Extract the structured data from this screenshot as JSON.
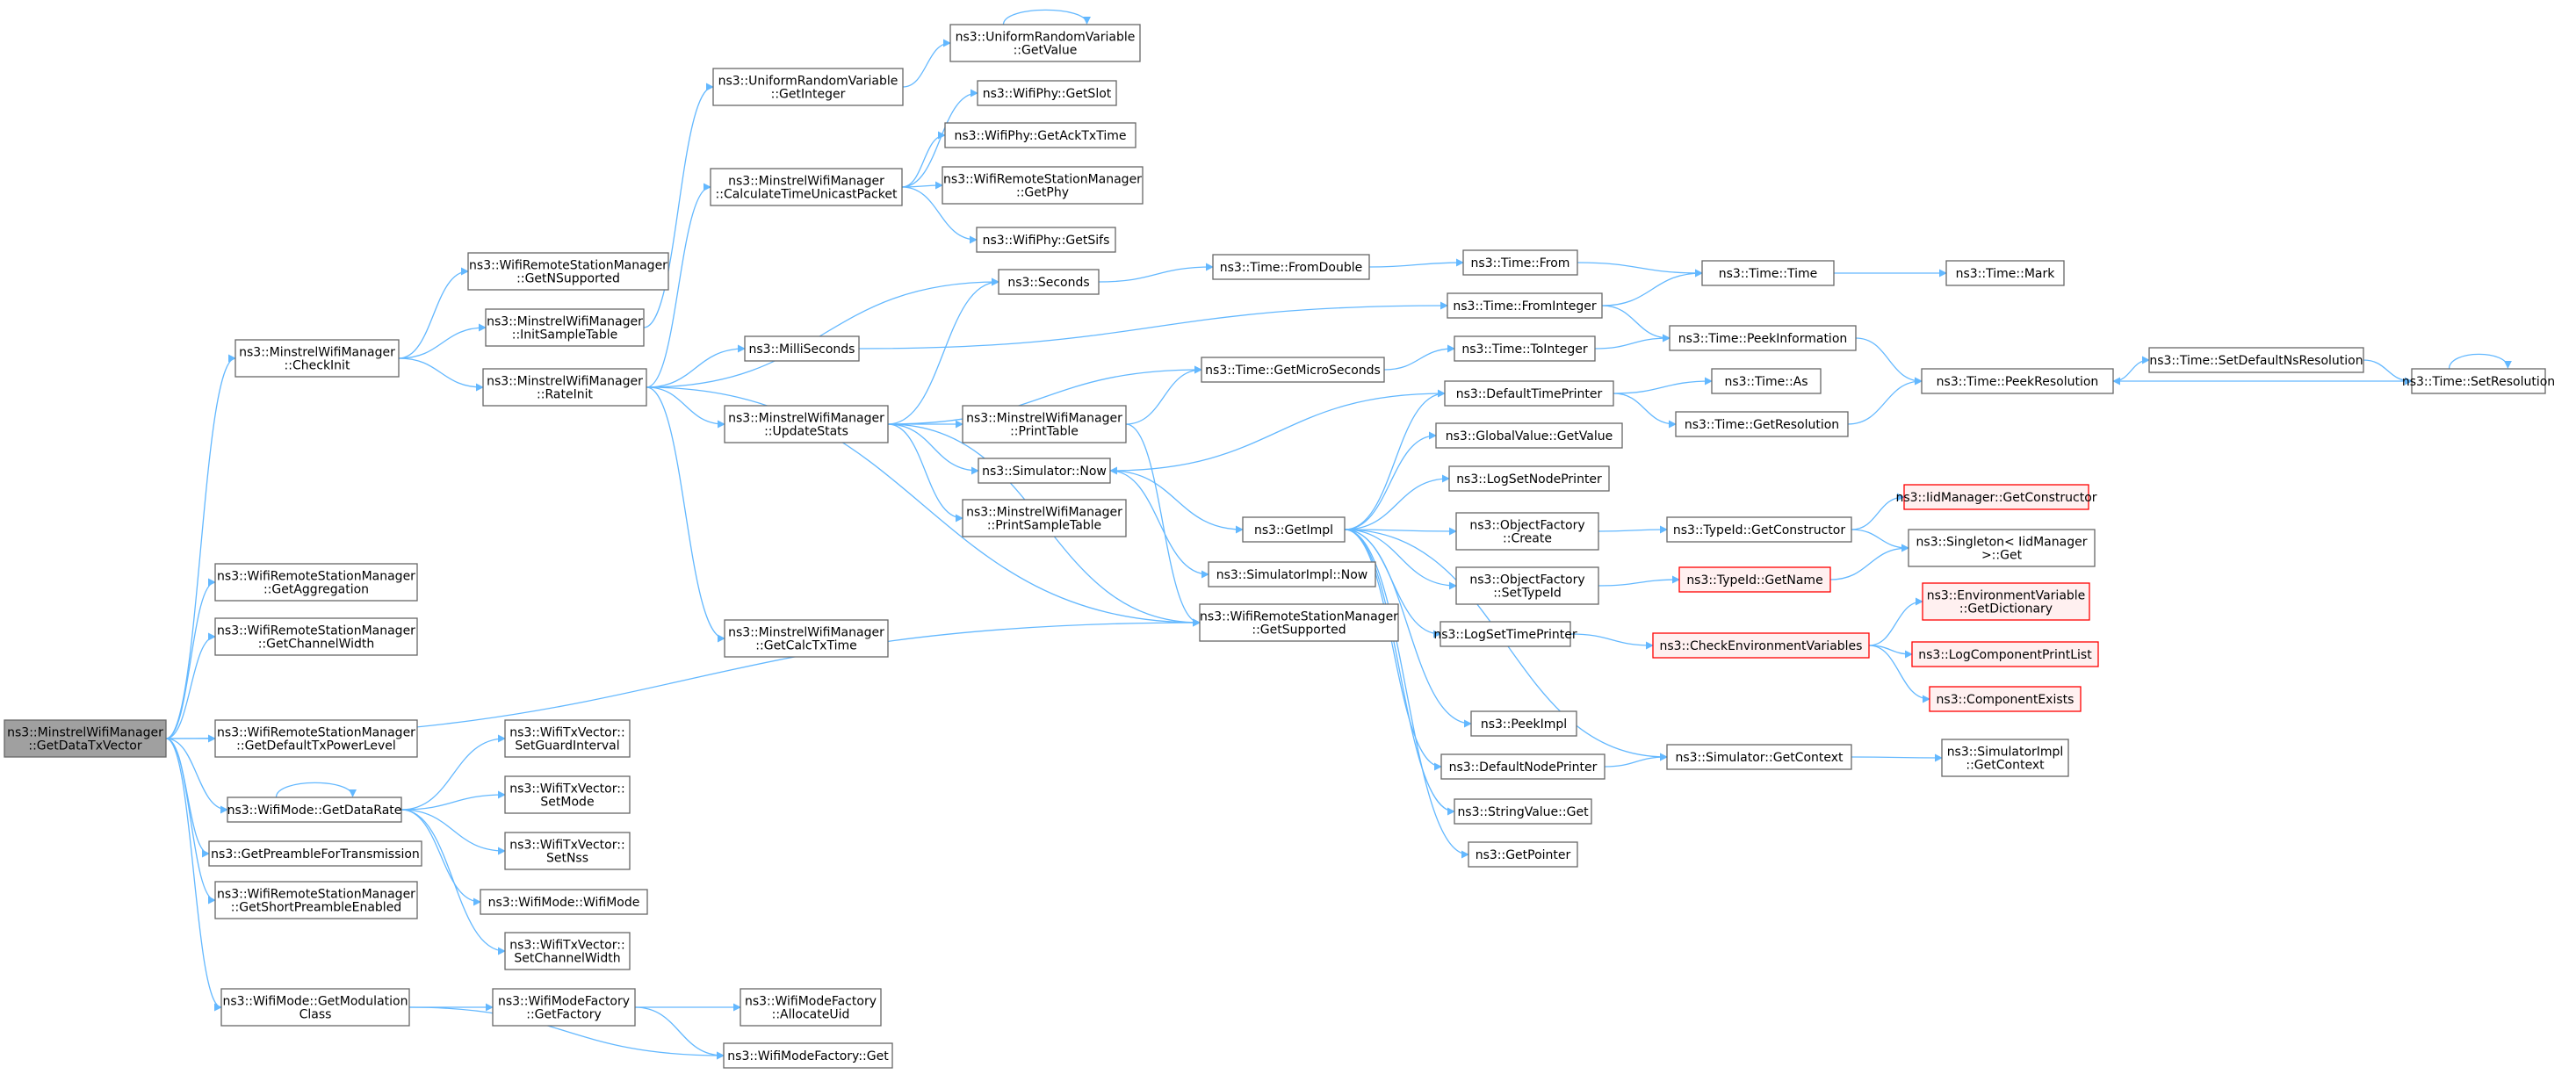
{
  "nodes": {
    "root": [
      "ns3::MinstrelWifiManager",
      "::GetDataTxVector"
    ],
    "checkinit": [
      "ns3::MinstrelWifiManager",
      "::CheckInit"
    ],
    "getnsupp": [
      "ns3::WifiRemoteStationManager",
      "::GetNSupported"
    ],
    "initsample": [
      "ns3::MinstrelWifiManager",
      "::InitSampleTable"
    ],
    "rateinit": [
      "ns3::MinstrelWifiManager",
      "::RateInit"
    ],
    "urvgetint": [
      "ns3::UniformRandomVariable",
      "::GetInteger"
    ],
    "urvgetval": [
      "ns3::UniformRandomVariable",
      "::GetValue"
    ],
    "calctime": [
      "ns3::MinstrelWifiManager",
      "::CalculateTimeUnicastPacket"
    ],
    "getslot": [
      "ns3::WifiPhy::GetSlot"
    ],
    "getacktx": [
      "ns3::WifiPhy::GetAckTxTime"
    ],
    "getphy": [
      "ns3::WifiRemoteStationManager",
      "::GetPhy"
    ],
    "getsifs": [
      "ns3::WifiPhy::GetSifs"
    ],
    "seconds": [
      "ns3::Seconds"
    ],
    "millis": [
      "ns3::MilliSeconds"
    ],
    "updstats": [
      "ns3::MinstrelWifiManager",
      "::UpdateStats"
    ],
    "getcalctx": [
      "ns3::MinstrelWifiManager",
      "::GetCalcTxTime"
    ],
    "printtable": [
      "ns3::MinstrelWifiManager",
      "::PrintTable"
    ],
    "simnow": [
      "ns3::Simulator::Now"
    ],
    "printsample": [
      "ns3::MinstrelWifiManager",
      "::PrintSampleTable"
    ],
    "simimplnow": [
      "ns3::SimulatorImpl::Now"
    ],
    "getsupported": [
      "ns3::WifiRemoteStationManager",
      "::GetSupported"
    ],
    "getmicro": [
      "ns3::Time::GetMicroSeconds"
    ],
    "fromdouble": [
      "ns3::Time::FromDouble"
    ],
    "timefrom": [
      "ns3::Time::From"
    ],
    "timetime": [
      "ns3::Time::Time"
    ],
    "timemark": [
      "ns3::Time::Mark"
    ],
    "frominteger": [
      "ns3::Time::FromInteger"
    ],
    "peekinfo": [
      "ns3::Time::PeekInformation"
    ],
    "tointeger": [
      "ns3::Time::ToInteger"
    ],
    "peekres": [
      "ns3::Time::PeekResolution"
    ],
    "setdefres": [
      "ns3::Time::SetDefaultNsResolution"
    ],
    "setres": [
      "ns3::Time::SetResolution"
    ],
    "defprinter": [
      "ns3::DefaultTimePrinter"
    ],
    "timeas": [
      "ns3::Time::As"
    ],
    "getresolution": [
      "ns3::Time::GetResolution"
    ],
    "gvgetvalue": [
      "ns3::GlobalValue::GetValue"
    ],
    "getimpl": [
      "ns3::GetImpl"
    ],
    "lognodeprinter": [
      "ns3::LogSetNodePrinter"
    ],
    "ofcreate": [
      "ns3::ObjectFactory",
      "::Create"
    ],
    "ofsettypeid": [
      "ns3::ObjectFactory",
      "::SetTypeId"
    ],
    "logtimeprinter": [
      "ns3::LogSetTimePrinter"
    ],
    "peekimpl": [
      "ns3::PeekImpl"
    ],
    "defnodeprinter": [
      "ns3::DefaultNodePrinter"
    ],
    "strvalget": [
      "ns3::StringValue::Get"
    ],
    "getpointer": [
      "ns3::GetPointer"
    ],
    "typeidgetctor": [
      "ns3::TypeId::GetConstructor"
    ],
    "typeidgetname": [
      "ns3::TypeId::GetName"
    ],
    "checkenv": [
      "ns3::CheckEnvironmentVariables"
    ],
    "simgetcontext": [
      "ns3::Simulator::GetContext"
    ],
    "iidgetctor": [
      "ns3::IidManager::GetConstructor"
    ],
    "singletonget": [
      "ns3::Singleton< IidManager",
      " >::Get"
    ],
    "envgetdict": [
      "ns3::EnvironmentVariable",
      "::GetDictionary"
    ],
    "logcomplist": [
      "ns3::LogComponentPrintList"
    ],
    "compexists": [
      "ns3::ComponentExists"
    ],
    "simimplctx": [
      "ns3::SimulatorImpl",
      "::GetContext"
    ],
    "getaggr": [
      "ns3::WifiRemoteStationManager",
      "::GetAggregation"
    ],
    "getchanw": [
      "ns3::WifiRemoteStationManager",
      "::GetChannelWidth"
    ],
    "getdeftxpow": [
      "ns3::WifiRemoteStationManager",
      "::GetDefaultTxPowerLevel"
    ],
    "getdatarate": [
      "ns3::WifiMode::GetDataRate"
    ],
    "getpreamble": [
      "ns3::GetPreambleForTransmission"
    ],
    "getshortpre": [
      "ns3::WifiRemoteStationManager",
      "::GetShortPreambleEnabled"
    ],
    "getmodclass": [
      "ns3::WifiMode::GetModulation",
      "Class"
    ],
    "setguard": [
      "ns3::WifiTxVector::",
      "SetGuardInterval"
    ],
    "setmode": [
      "ns3::WifiTxVector::",
      "SetMode"
    ],
    "setnss": [
      "ns3::WifiTxVector::",
      "SetNss"
    ],
    "wifimodector": [
      "ns3::WifiMode::WifiMode"
    ],
    "setchanw": [
      "ns3::WifiTxVector::",
      "SetChannelWidth"
    ],
    "wmfgetfactory": [
      "ns3::WifiModeFactory",
      "::GetFactory"
    ],
    "wmfalloc": [
      "ns3::WifiModeFactory",
      "::AllocateUid"
    ],
    "wmfget": [
      "ns3::WifiModeFactory::Get"
    ]
  },
  "edges": [
    [
      "root",
      "checkinit"
    ],
    [
      "root",
      "getaggr"
    ],
    [
      "root",
      "getchanw"
    ],
    [
      "root",
      "getdeftxpow"
    ],
    [
      "root",
      "getdatarate"
    ],
    [
      "root",
      "getpreamble"
    ],
    [
      "root",
      "getshortpre"
    ],
    [
      "root",
      "getmodclass"
    ],
    [
      "root",
      "getsupported"
    ],
    [
      "checkinit",
      "getnsupp"
    ],
    [
      "checkinit",
      "initsample"
    ],
    [
      "checkinit",
      "rateinit"
    ],
    [
      "initsample",
      "urvgetint"
    ],
    [
      "urvgetint",
      "urvgetval"
    ],
    [
      "urvgetval",
      "urvgetval"
    ],
    [
      "rateinit",
      "calctime"
    ],
    [
      "rateinit",
      "seconds"
    ],
    [
      "rateinit",
      "millis"
    ],
    [
      "rateinit",
      "updstats"
    ],
    [
      "rateinit",
      "getcalctx"
    ],
    [
      "rateinit",
      "getsupported"
    ],
    [
      "calctime",
      "getslot"
    ],
    [
      "calctime",
      "getacktx"
    ],
    [
      "calctime",
      "getphy"
    ],
    [
      "calctime",
      "getsifs"
    ],
    [
      "seconds",
      "fromdouble"
    ],
    [
      "fromdouble",
      "timefrom"
    ],
    [
      "timefrom",
      "timetime"
    ],
    [
      "timetime",
      "timemark"
    ],
    [
      "millis",
      "frominteger"
    ],
    [
      "frominteger",
      "timetime"
    ],
    [
      "frominteger",
      "peekinfo"
    ],
    [
      "updstats",
      "seconds"
    ],
    [
      "updstats",
      "getmicro"
    ],
    [
      "updstats",
      "printtable"
    ],
    [
      "updstats",
      "simnow"
    ],
    [
      "updstats",
      "printsample"
    ],
    [
      "updstats",
      "getsupported"
    ],
    [
      "printtable",
      "getmicro"
    ],
    [
      "printtable",
      "getsupported"
    ],
    [
      "simnow",
      "getimpl"
    ],
    [
      "simnow",
      "simimplnow"
    ],
    [
      "getmicro",
      "tointeger"
    ],
    [
      "tointeger",
      "peekinfo"
    ],
    [
      "peekinfo",
      "peekres"
    ],
    [
      "peekres",
      "setdefres"
    ],
    [
      "setdefres",
      "setres"
    ],
    [
      "setres",
      "peekres"
    ],
    [
      "setres",
      "setres"
    ],
    [
      "defprinter",
      "timeas"
    ],
    [
      "defprinter",
      "getresolution"
    ],
    [
      "defprinter",
      "simnow"
    ],
    [
      "getresolution",
      "peekres"
    ],
    [
      "getimpl",
      "defprinter"
    ],
    [
      "getimpl",
      "gvgetvalue"
    ],
    [
      "getimpl",
      "lognodeprinter"
    ],
    [
      "getimpl",
      "ofcreate"
    ],
    [
      "getimpl",
      "ofsettypeid"
    ],
    [
      "getimpl",
      "logtimeprinter"
    ],
    [
      "getimpl",
      "peekimpl"
    ],
    [
      "getimpl",
      "defnodeprinter"
    ],
    [
      "getimpl",
      "strvalget"
    ],
    [
      "getimpl",
      "getpointer"
    ],
    [
      "getimpl",
      "simgetcontext"
    ],
    [
      "ofcreate",
      "typeidgetctor"
    ],
    [
      "typeidgetctor",
      "iidgetctor"
    ],
    [
      "typeidgetctor",
      "singletonget"
    ],
    [
      "ofsettypeid",
      "typeidgetname"
    ],
    [
      "typeidgetname",
      "singletonget"
    ],
    [
      "logtimeprinter",
      "checkenv"
    ],
    [
      "checkenv",
      "envgetdict"
    ],
    [
      "checkenv",
      "logcomplist"
    ],
    [
      "checkenv",
      "compexists"
    ],
    [
      "defnodeprinter",
      "simgetcontext"
    ],
    [
      "simgetcontext",
      "simimplctx"
    ],
    [
      "getdatarate",
      "getdatarate"
    ],
    [
      "getdatarate",
      "setguard"
    ],
    [
      "getdatarate",
      "setmode"
    ],
    [
      "getdatarate",
      "setnss"
    ],
    [
      "getdatarate",
      "wifimodector"
    ],
    [
      "getdatarate",
      "setchanw"
    ],
    [
      "getmodclass",
      "wmfgetfactory"
    ],
    [
      "getmodclass",
      "wmfget"
    ],
    [
      "wmfgetfactory",
      "wmfalloc"
    ],
    [
      "wmfgetfactory",
      "wmfget"
    ]
  ]
}
